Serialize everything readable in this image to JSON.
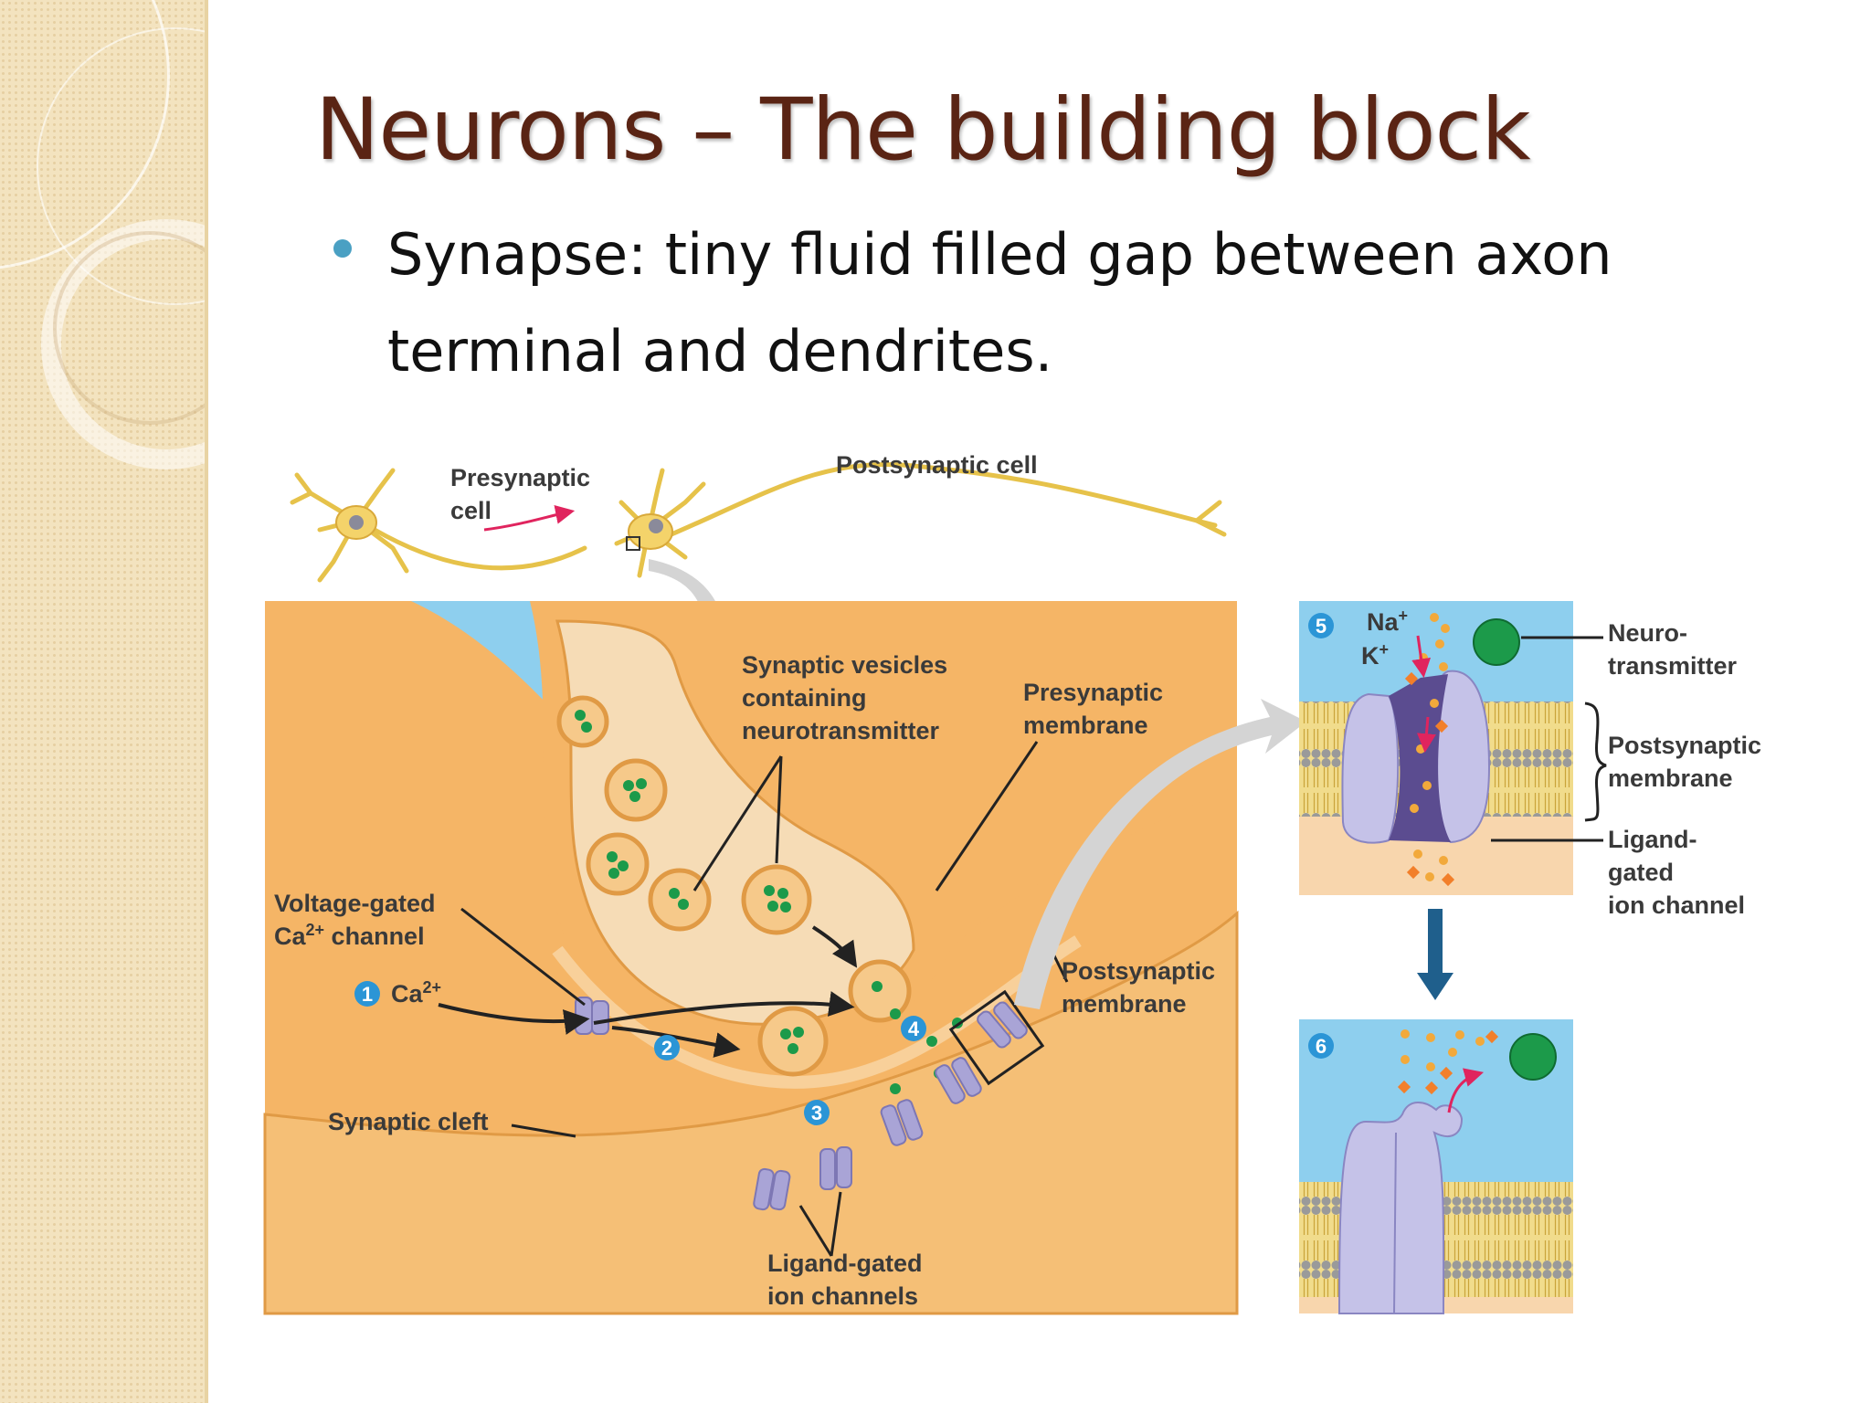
{
  "slide": {
    "title": "Neurons – The building block",
    "bullet_text": "Synapse: tiny fluid filled gap between axon terminal and dendrites."
  },
  "diagram": {
    "labels": {
      "presynaptic_cell_1": "Presynaptic",
      "presynaptic_cell_2": "cell",
      "postsynaptic_cell": "Postsynaptic cell",
      "synaptic_vesicles_1": "Synaptic vesicles",
      "synaptic_vesicles_2": "containing",
      "synaptic_vesicles_3": "neurotransmitter",
      "presynaptic_membrane_1": "Presynaptic",
      "presynaptic_membrane_2": "membrane",
      "voltage_gated_1": "Voltage-gated",
      "voltage_gated_2": "Ca",
      "voltage_gated_2_sup": "2+",
      "voltage_gated_2_rest": " channel",
      "ca_label": "Ca",
      "ca_sup": "2+",
      "postsynaptic_membrane_1": "Postsynaptic",
      "postsynaptic_membrane_2": "membrane",
      "synaptic_cleft": "Synaptic cleft",
      "ligand_gated_channels_1": "Ligand-gated",
      "ligand_gated_channels_2": "ion channels",
      "na_label": "Na",
      "na_sup": "+",
      "k_label": "K",
      "k_sup": "+",
      "neurotransmitter_1": "Neuro-",
      "neurotransmitter_2": "transmitter",
      "post_membrane_inset_1": "Postsynaptic",
      "post_membrane_inset_2": "membrane",
      "ligand_gated_ion_channel_1": "Ligand-",
      "ligand_gated_ion_channel_2": "gated",
      "ligand_gated_ion_channel_3": "ion channel"
    },
    "step_numbers": [
      "1",
      "2",
      "3",
      "4",
      "5",
      "6"
    ]
  },
  "colors": {
    "title": "#5a2414",
    "bullet": "#4aa0c3",
    "neuron": "#f5b566",
    "background_fluid": "#8ecfee",
    "step_badge": "#2b95d6",
    "neurotransmitter": "#1c9a4a",
    "channel": "#a9a4d6"
  }
}
